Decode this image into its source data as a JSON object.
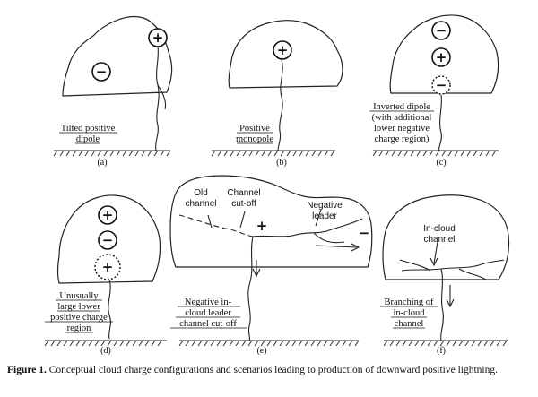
{
  "panels": {
    "a": {
      "letter": "(a)",
      "label": [
        "Tilted positive",
        "dipole"
      ]
    },
    "b": {
      "letter": "(b)",
      "label": [
        "Positive",
        "monopole"
      ]
    },
    "c": {
      "letter": "(c)",
      "label": [
        "Inverted dipole",
        "(with additional",
        "lower negative",
        "charge region)"
      ]
    },
    "d": {
      "letter": "(d)",
      "label": [
        "Unusually",
        "large lower",
        "positive charge",
        "region"
      ]
    },
    "e": {
      "letter": "(e)",
      "label": [
        "Negative in-",
        "cloud leader",
        "channel cut-off"
      ],
      "annotations": {
        "old_channel": [
          "Old",
          "channel"
        ],
        "channel_cutoff": [
          "Channel",
          "cut-off"
        ],
        "negative_leader": [
          "Negative",
          "leader"
        ]
      }
    },
    "f": {
      "letter": "(f)",
      "label": [
        "Branching of",
        "in-cloud",
        "channel"
      ],
      "annotations": {
        "in_cloud": [
          "In-cloud",
          "channel"
        ]
      }
    }
  },
  "symbols": {
    "plus": "+",
    "minus": "−"
  },
  "caption": {
    "label": "Figure 1.",
    "text": "Conceptual cloud charge configurations and scenarios leading to production of downward positive lightning."
  }
}
